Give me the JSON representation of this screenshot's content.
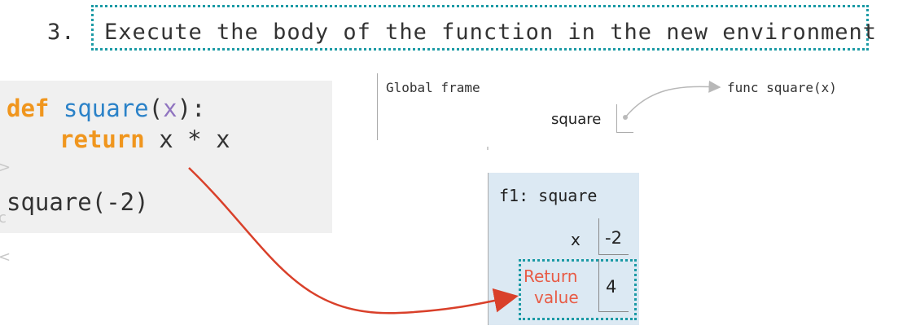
{
  "step": {
    "number": "3.",
    "text": "Execute the body of the function in the new environment"
  },
  "code": {
    "line1": {
      "keyword": "def",
      "name": "square",
      "open": "(",
      "param": "x",
      "close": "):"
    },
    "line2": {
      "keyword": "return",
      "expr": "x * x"
    },
    "line3": "square(-2)",
    "side_glyphs": [
      ">",
      "c",
      "<"
    ]
  },
  "global_frame": {
    "label": "Global frame",
    "variable": "square",
    "function_object": "func square(x)"
  },
  "f1_frame": {
    "label": "f1: square",
    "x_name": "x",
    "x_value": "-2",
    "return_label_line1": "Return",
    "return_label_line2": "value",
    "return_value": "4"
  },
  "colors": {
    "highlight_dotted": "#1b9aa5",
    "arrow": "#d9402a",
    "return_label": "#e85b45",
    "keyword": "#f0961e",
    "function_name": "#2b82c8",
    "param": "#9074c0",
    "frame_bg": "#dce9f3",
    "code_bg": "#f0f0f0"
  }
}
